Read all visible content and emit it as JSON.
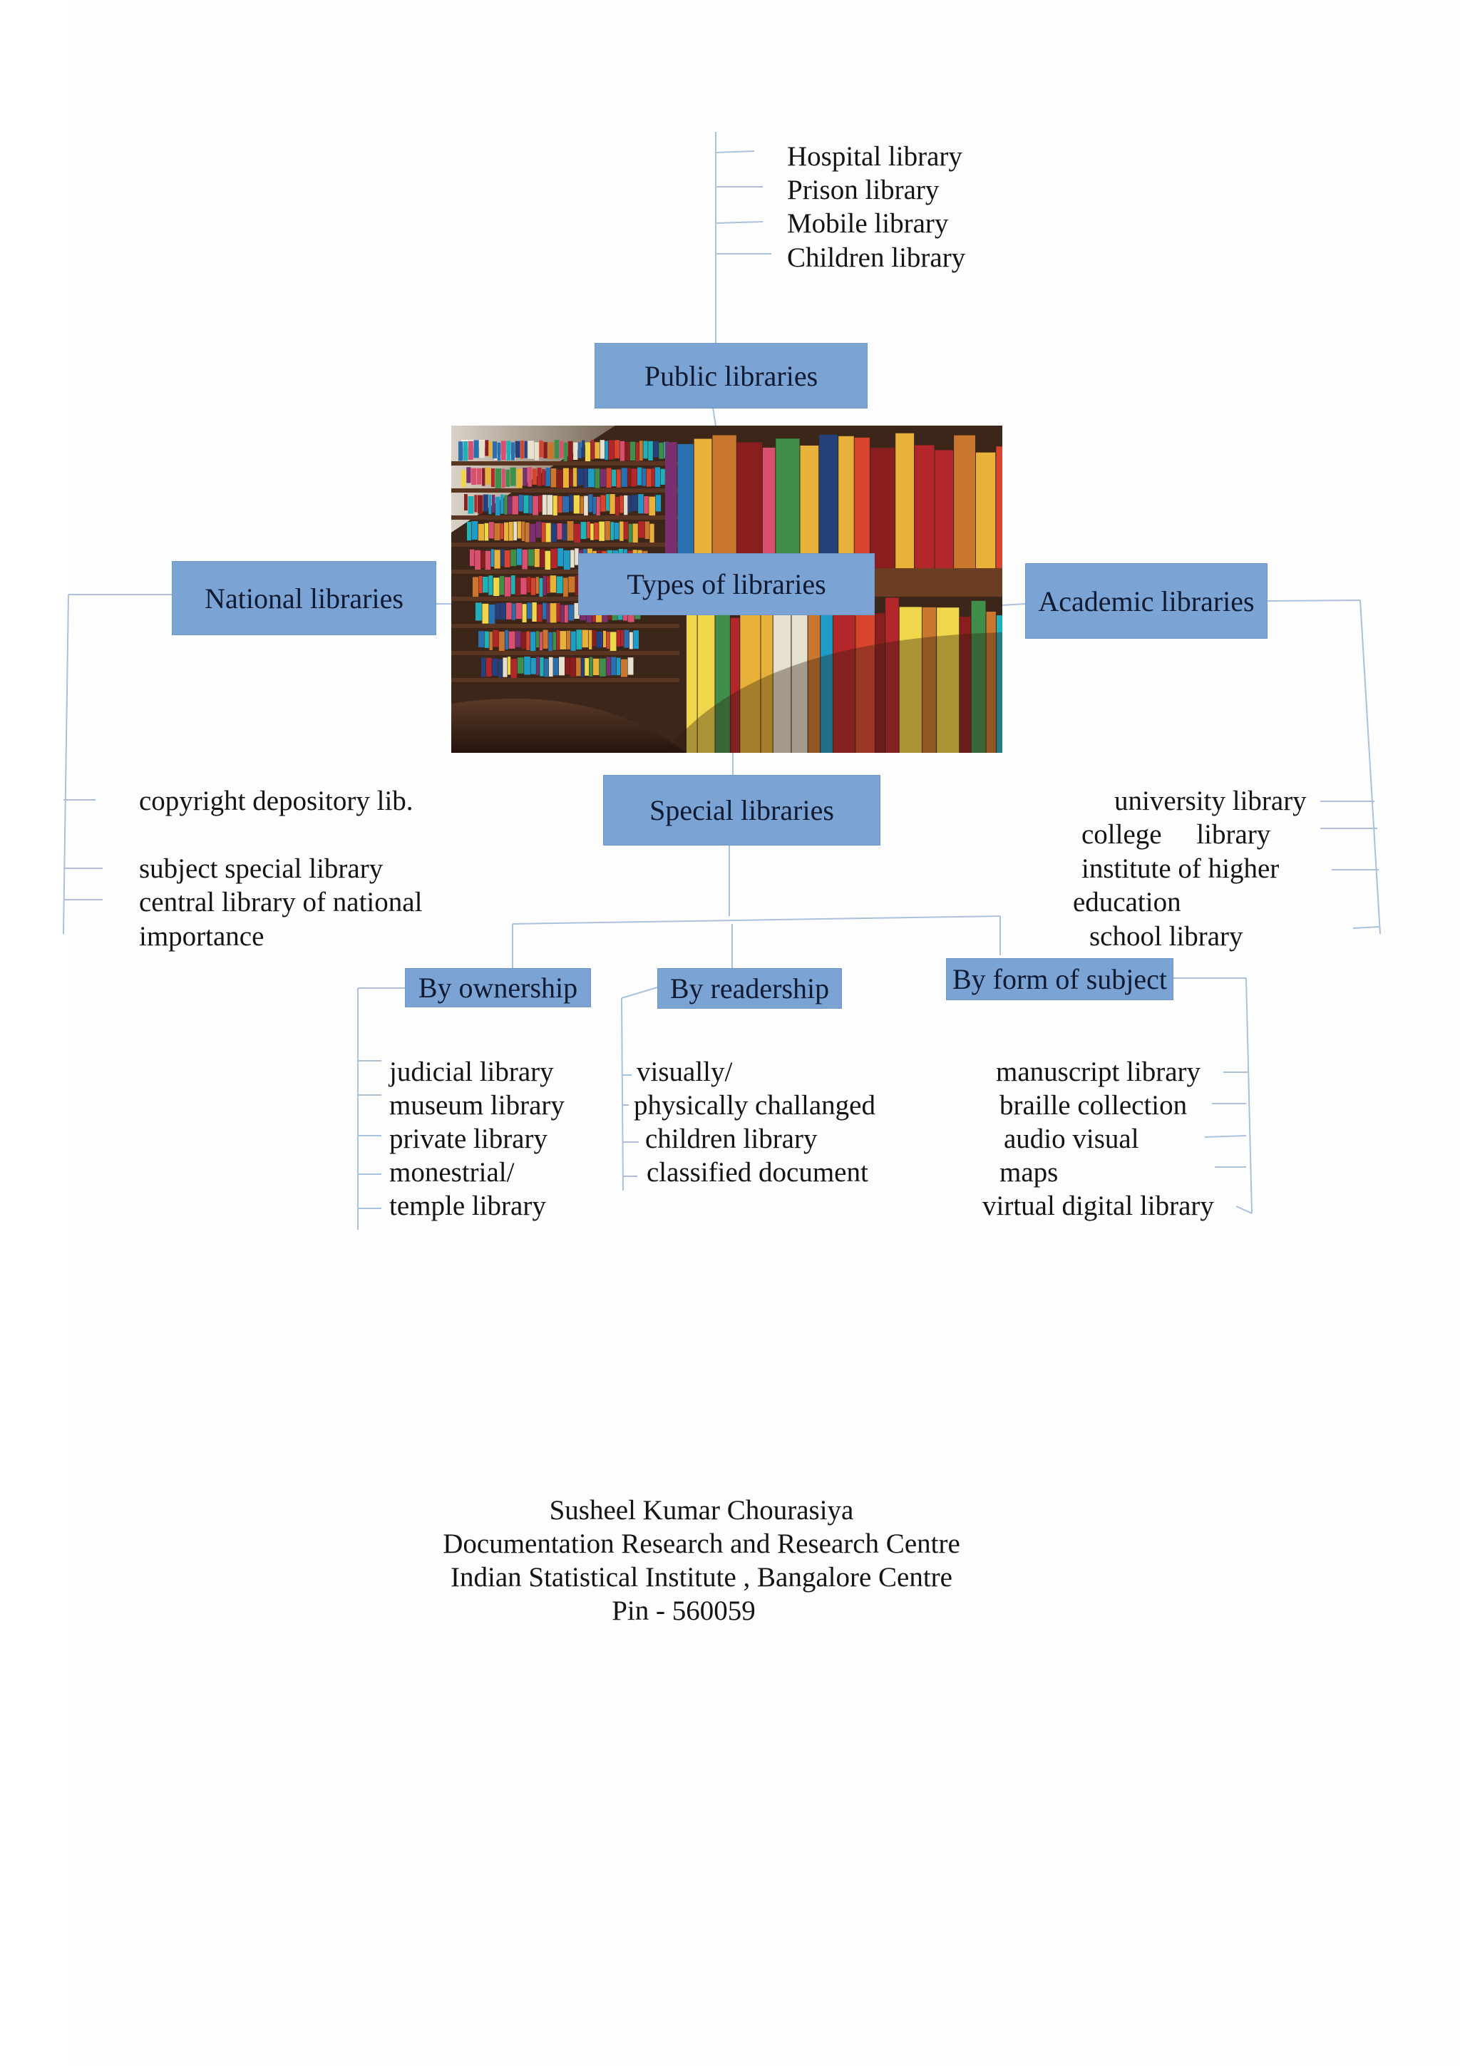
{
  "diagram": {
    "center": {
      "label": "Types of libraries"
    },
    "public": {
      "label": "Public libraries",
      "items": [
        "Hospital library",
        "Prison library",
        "Mobile library",
        "Children library"
      ]
    },
    "national": {
      "label": "National  libraries",
      "items": [
        "copyright depository  lib.",
        "subject special library",
        "central library of national",
        "importance"
      ]
    },
    "academic": {
      "label": "Academic libraries",
      "items": [
        "university library",
        "college     library",
        "institute of higher",
        "education",
        "school library"
      ]
    },
    "special": {
      "label": "Special  libraries",
      "ownership": {
        "label": "By ownership",
        "items": [
          "judicial library",
          "museum library",
          "private library",
          "monestrial/",
          "temple library"
        ]
      },
      "readership": {
        "label": "By readership",
        "items": [
          "visually/",
          "physically challanged",
          "children library",
          "classified document"
        ]
      },
      "subject": {
        "label": "By form of subject",
        "items": [
          "manuscript library",
          "braille collection",
          "audio visual",
          "maps",
          "virtual digital library"
        ]
      }
    }
  },
  "footer": {
    "author": "Susheel Kumar Chourasiya",
    "dept": "Documentation  Research and Research Centre",
    "institute": "Indian Statistical Institute , Bangalore Centre",
    "pin": "Pin - 560059"
  },
  "colors": {
    "box": "#7ba3d3",
    "connector": "#a9c1dc"
  },
  "image": {
    "subject": "library-bookshelves-photo"
  }
}
